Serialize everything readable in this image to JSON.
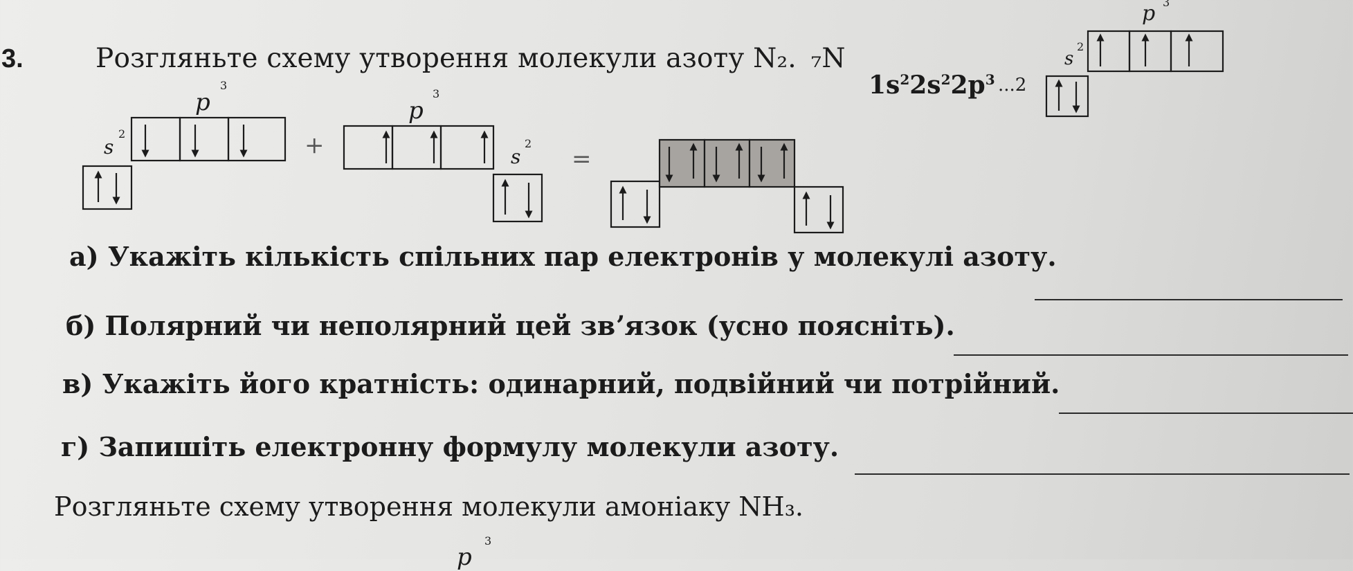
{
  "task": {
    "number": "3.",
    "title": "Розгляньте схему утворення молекули азоту N₂.",
    "element": "₇N",
    "config_prefix": "...2",
    "config": {
      "a": "1s",
      "a_sup": "2",
      "b": "2s",
      "b_sup": "2",
      "c": "2p",
      "c_sup": "3"
    }
  },
  "labels": {
    "p": "p",
    "s": "s",
    "sup3": "3",
    "sup2": "2",
    "plus": "+",
    "equals": "="
  },
  "questions": {
    "a": "а) Укажіть кількість спільних пар електронів у молекулі азоту.",
    "b": "б) Полярний чи неполярний цей звʼязок (усно поясніть).",
    "c": "в) Укажіть його кратність: одинарний, подвійний чи потрійний.",
    "d": "г) Запишіть електронну формулу молекули азоту.",
    "e": "Розгляньте схему утворення молекули амоніаку NH₃."
  },
  "colors": {
    "shared_orbitals": "#a7a4a0",
    "ink": "#1b1b1b"
  }
}
